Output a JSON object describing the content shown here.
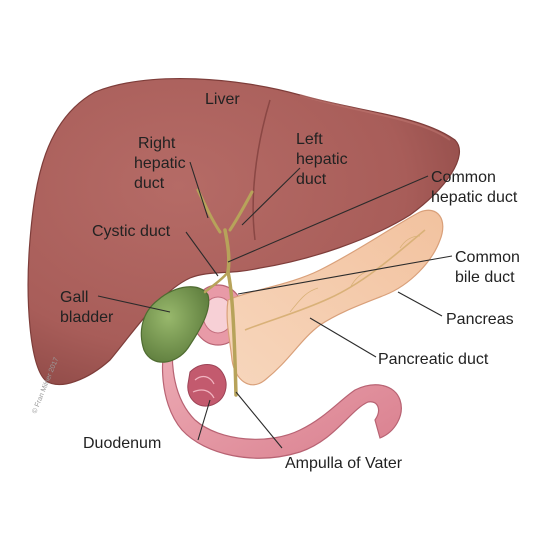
{
  "labels": {
    "liver": "Liver",
    "right_hepatic_duct": [
      "Right",
      "hepatic",
      "duct"
    ],
    "left_hepatic_duct": [
      "Left",
      "hepatic",
      "duct"
    ],
    "common_hepatic_duct": [
      "Common",
      "hepatic duct"
    ],
    "cystic_duct": "Cystic duct",
    "common_bile_duct": [
      "Common",
      "bile duct"
    ],
    "gall_bladder": [
      "Gall",
      "bladder"
    ],
    "pancreas": "Pancreas",
    "pancreatic_duct": "Pancreatic duct",
    "duodenum": "Duodenum",
    "ampulla_of_vater": "Ampulla of Vater"
  },
  "copyright": "© Fran Milner 2017",
  "colors": {
    "liver": "#a85d59",
    "liver_shadow": "#8f4a47",
    "gallbladder": "#7b9a55",
    "pancreas": "#f4c9a8",
    "duodenum": "#e79aa6",
    "duct": "#b7a35a"
  }
}
